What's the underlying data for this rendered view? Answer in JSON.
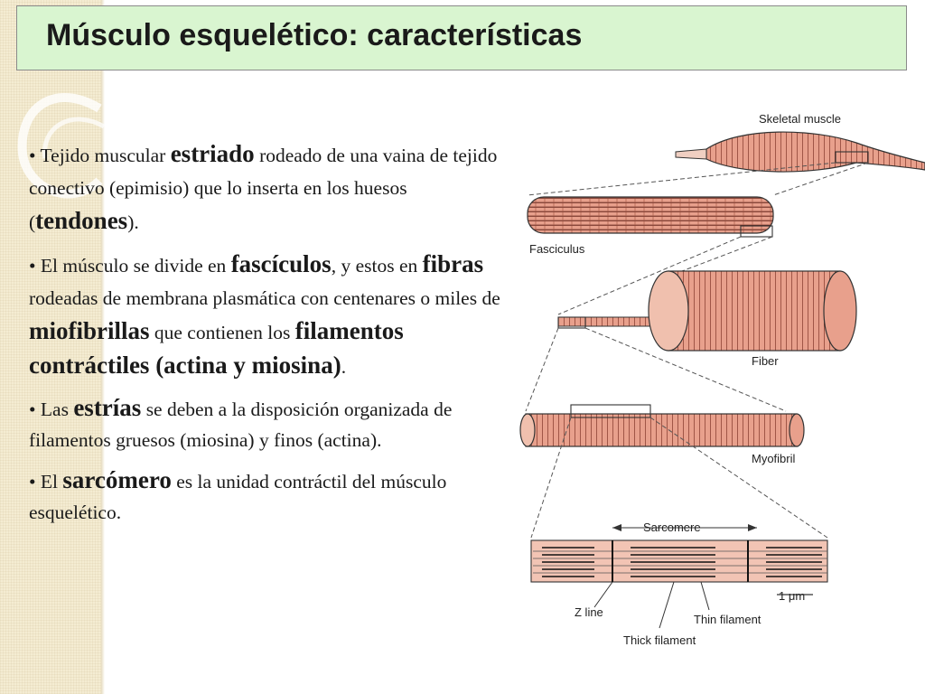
{
  "title": "Músculo esquelético: características",
  "bullets": [
    {
      "marker": "• ",
      "t1": "Tejido muscular ",
      "k1": "estriado",
      "t2": " rodeado de una vaina de tejido conectivo (epimisio) que lo inserta en los huesos (",
      "k2": "tendones",
      "t3": ")."
    },
    {
      "marker": "• ",
      "t1": "El músculo se divide en ",
      "k1": "fascículos",
      "t2": ", y estos en ",
      "k2": "fibras",
      "t3": " rodeadas de membrana plasmática con centenares o miles de ",
      "k3": "miofibrillas",
      "t4": " que contienen los ",
      "k4": "filamentos contráctiles (actina y miosina)",
      "t5": "."
    },
    {
      "marker": "• ",
      "t1": "Las ",
      "k1": "estrías",
      "t2": " se deben a la disposición organizada de filamentos gruesos (miosina) y finos (actina)."
    },
    {
      "marker": "• ",
      "t1": "El ",
      "k1": "sarcómero",
      "t2": " es la unidad contráctil del músculo esquelético."
    }
  ],
  "diagram": {
    "labels": {
      "skeletal_muscle": "Skeletal muscle",
      "fasciculus": "Fasciculus",
      "fiber": "Fiber",
      "myofibril": "Myofibril",
      "sarcomere": "Sarcomere",
      "z_line": "Z line",
      "thin_filament": "Thin filament",
      "thick_filament": "Thick filament",
      "scale": "1 μm"
    },
    "colors": {
      "tissue": "#e8a08c",
      "tissue_dark": "#7a2e22",
      "outline": "#333333"
    }
  }
}
